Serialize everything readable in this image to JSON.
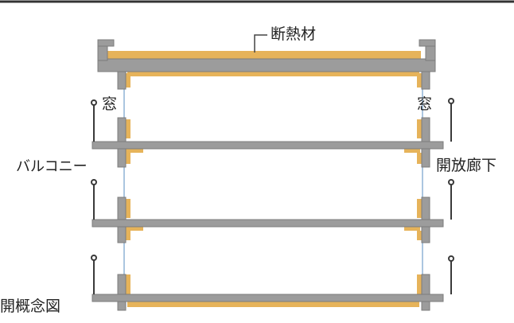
{
  "labels": {
    "insulation": "断熱材",
    "window_left": "窓",
    "window_right": "窓",
    "balcony": "バルコニー",
    "open_corridor": "開放廊下",
    "caption": "開概念図"
  },
  "colors": {
    "concrete": "#9c9c9c",
    "concrete_edge": "#7c7c7c",
    "insulation": "#e6b35a",
    "glass": "#8fb3d6",
    "railing": "#3a3a3a",
    "header_line": "#333333",
    "leader": "#444444"
  }
}
